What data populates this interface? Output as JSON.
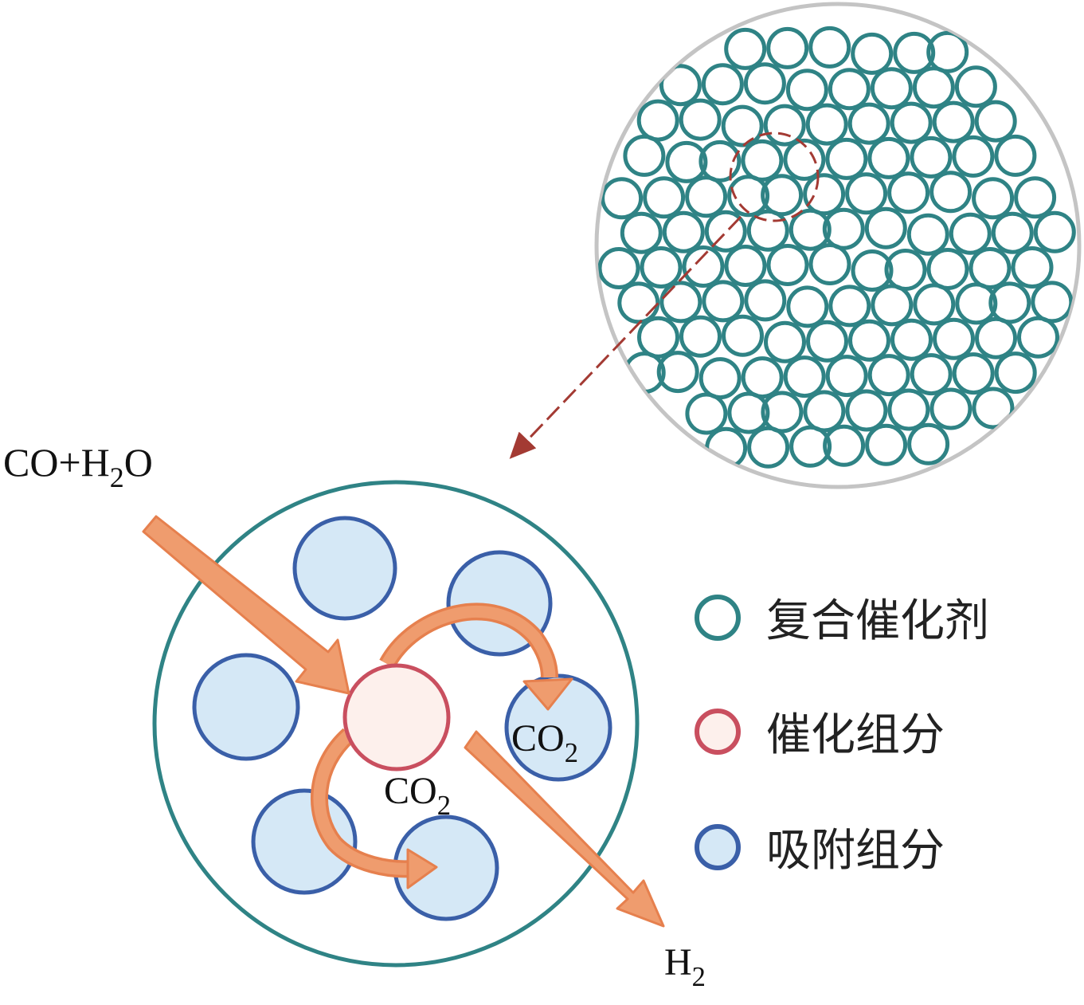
{
  "labels": {
    "input_main": "CO+H",
    "input_sub": "2",
    "input_tail": "O",
    "co2_right_main": "CO",
    "co2_right_sub": "2",
    "co2_center_main": "CO",
    "co2_center_sub": "2",
    "h2_main": "H",
    "h2_sub": "2"
  },
  "legend": [
    {
      "text": "复合催化剂",
      "kind": "composite-catalyst"
    },
    {
      "text": "催化组分",
      "kind": "catalytic-component"
    },
    {
      "text": "吸附组分",
      "kind": "adsorption-component"
    }
  ],
  "colors": {
    "teal": "#2f8385",
    "red_outline": "#c94f5f",
    "red_fill": "#fdf0ec",
    "blue_outline": "#3a5fa8",
    "blue_fill": "#d5e8f6",
    "arrow": "#ef9c6e",
    "arrow_stroke": "#e6804e",
    "dash": "#a33a33",
    "bed_outline": "#c4c4c4"
  },
  "icons": [
    "dashed-zoom-arrow",
    "flow-arrow",
    "curved-arrow"
  ]
}
